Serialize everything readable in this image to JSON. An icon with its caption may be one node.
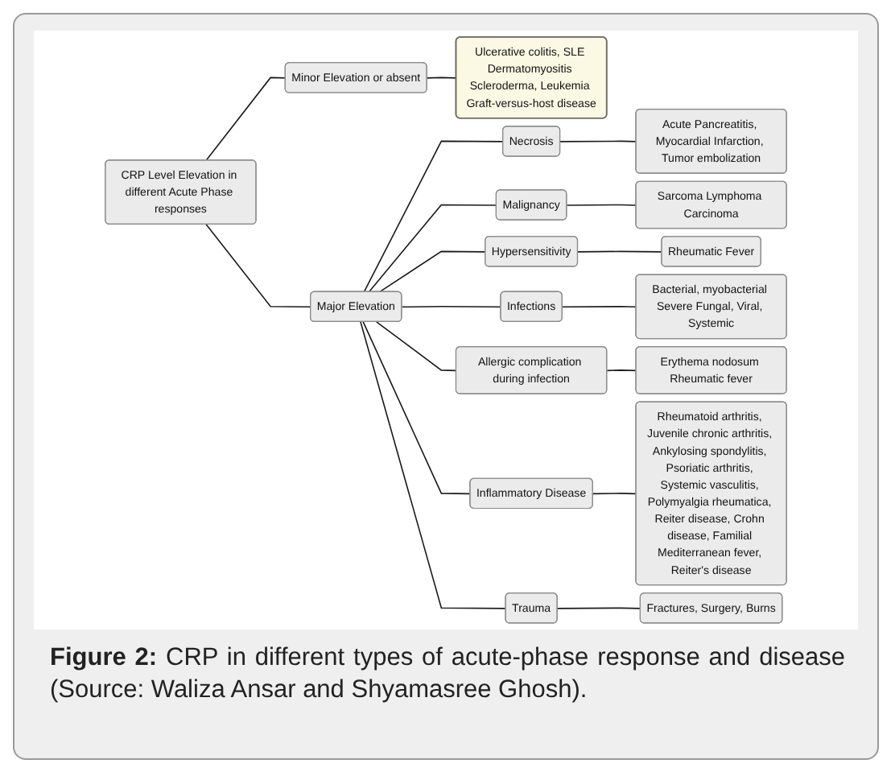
{
  "diagram": {
    "caption": "**Figure 2:** CRP in different types of acute-phase response and disease (Source: Waliza Ansar and Shyamasree Ghosh).",
    "nodes": [
      {
        "text": [
          "CRP Level Elevation in different Acute Phase responses"
        ]
      },
      {
        "text": [
          "Minor Elevation or absent"
        ]
      },
      {
        "text": [
          "Ulcerative colitis, SLE Dermatomyositis Scleroderma, Leukemia Graft-versus-host disease"
        ]
      },
      {
        "text": [
          "Major Elevation"
        ]
      },
      {
        "text": [
          "Necrosis"
        ]
      },
      {
        "text": [
          "Acute Pancreatitis, Myocardial Infarction, Tumor embolization"
        ]
      },
      {
        "text": [
          "Malignancy"
        ]
      },
      {
        "text": [
          "Sarcoma Lymphoma Carcinoma"
        ]
      },
      {
        "text": [
          "Hypersensitivity"
        ]
      },
      {
        "text": [
          "Rheumatic Fever"
        ]
      },
      {
        "text": [
          "Infections"
        ]
      },
      {
        "text": [
          "Bacterial, myobacterial Severe Fungal, Viral, Systemic"
        ]
      },
      {
        "text": [
          "Allergic complication during infection"
        ]
      },
      {
        "text": [
          "Erythema nodosum Rheumatic fever"
        ]
      },
      {
        "text": [
          "Inflammatory Disease"
        ]
      },
      {
        "text": [
          "Rheumatoid arthritis, Juvenile chronic arthritis, Ankylosing spondylitis, Psoriatic arthritis, Systemic vasculitis, Polymyalgia rheumatica, Reiter disease, Crohn disease, Familial Mediterranean fever, Reiter's disease"
        ]
      },
      {
        "text": [
          "Trauma"
        ]
      },
      {
        "text": [
          "Fractures, Surgery, Burns"
        ]
      }
    ],
    "edges": [
      {
        "from": 0,
        "to": 1,
        "arrow": "none"
      },
      {
        "from": 0,
        "to": 3,
        "arrow": "none"
      },
      {
        "from": 1,
        "to": 2,
        "arrow": "none"
      },
      {
        "from": 3,
        "to": 4,
        "arrow": "none"
      },
      {
        "from": 3,
        "to": 6,
        "arrow": "none"
      },
      {
        "from": 3,
        "to": 8,
        "arrow": "none"
      },
      {
        "from": 3,
        "to": 10,
        "arrow": "none"
      },
      {
        "from": 3,
        "to": 12,
        "arrow": "none"
      },
      {
        "from": 3,
        "to": 14,
        "arrow": "none"
      },
      {
        "from": 3,
        "to": 16,
        "arrow": "none"
      },
      {
        "from": 4,
        "to": 5,
        "arrow": "none"
      },
      {
        "from": 6,
        "to": 7,
        "arrow": "none"
      },
      {
        "from": 8,
        "to": 9,
        "arrow": "none"
      },
      {
        "from": 10,
        "to": 11,
        "arrow": "none"
      },
      {
        "from": 12,
        "to": 13,
        "arrow": "none"
      },
      {
        "from": 14,
        "to": 15,
        "arrow": "none"
      },
      {
        "from": 16,
        "to": 17,
        "arrow": "none"
      }
    ]
  }
}
